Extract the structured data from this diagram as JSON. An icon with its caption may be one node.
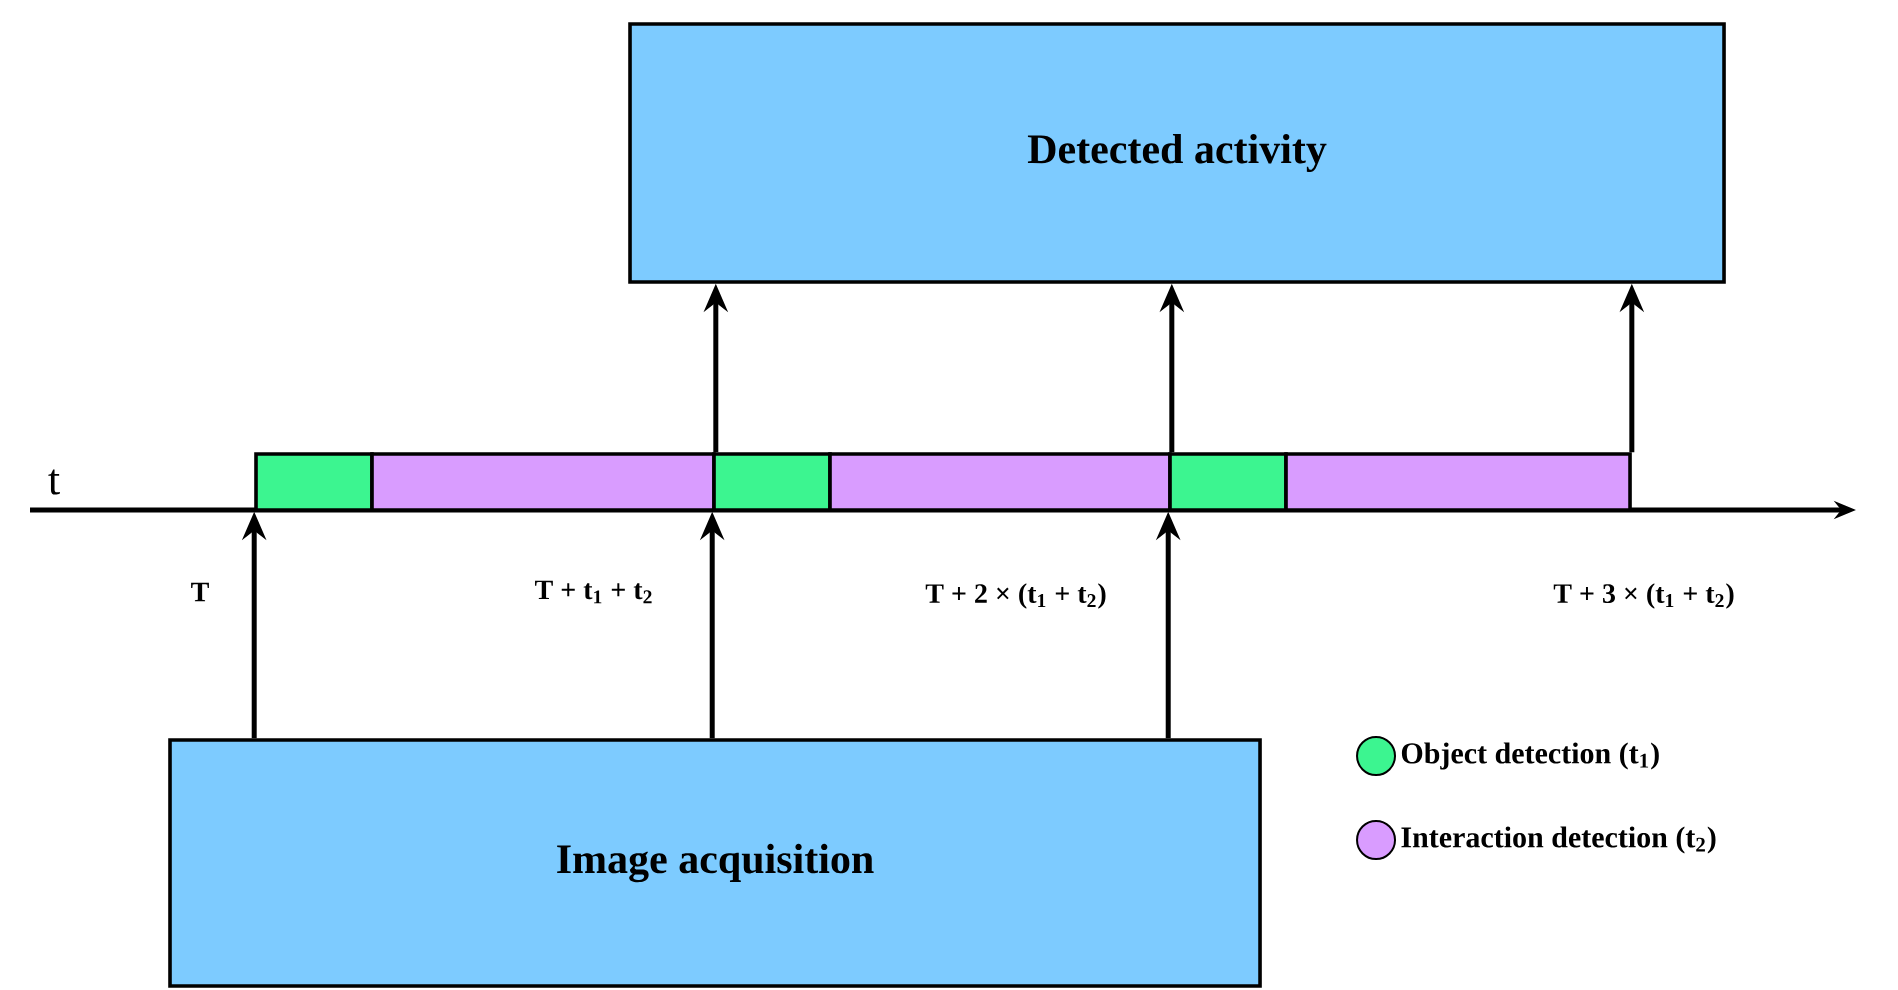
{
  "diagram": {
    "nodes": [
      {
        "text": [
          "Detected activity"
        ]
      },
      {
        "text": [
          "Image acquisition"
        ]
      },
      {
        "text": [],
        "shape": "bar"
      },
      {
        "text": [],
        "shape": "bar"
      },
      {
        "text": [],
        "shape": "bar"
      },
      {
        "text": [],
        "shape": "bar"
      },
      {
        "text": [],
        "shape": "bar"
      },
      {
        "text": [],
        "shape": "bar"
      }
    ],
    "edges": [
      {
        "from": 1,
        "to": 2,
        "arrow": "to"
      },
      {
        "from": 1,
        "to": 4,
        "arrow": "to"
      },
      {
        "from": 1,
        "to": 6,
        "arrow": "to"
      },
      {
        "from": 3,
        "to": 0,
        "arrow": "to"
      },
      {
        "from": 5,
        "to": 0,
        "arrow": "to"
      },
      {
        "from": 7,
        "to": 0,
        "arrow": "to"
      }
    ],
    "labels": [
      "t",
      "T",
      "T + t$_{1}$ + t$_{2}$",
      "T + 2 × (t$_{1}$ + t$_{2}$)",
      "T + 3 × (t$_{1}$ + t$_{2}$)"
    ],
    "legend": [
      {
        "text": "Object detection (t$_{1}$)",
        "color": "#3cf590"
      },
      {
        "text": "Interaction detection (t$_{2}$)",
        "color": "#d99cff"
      }
    ]
  }
}
